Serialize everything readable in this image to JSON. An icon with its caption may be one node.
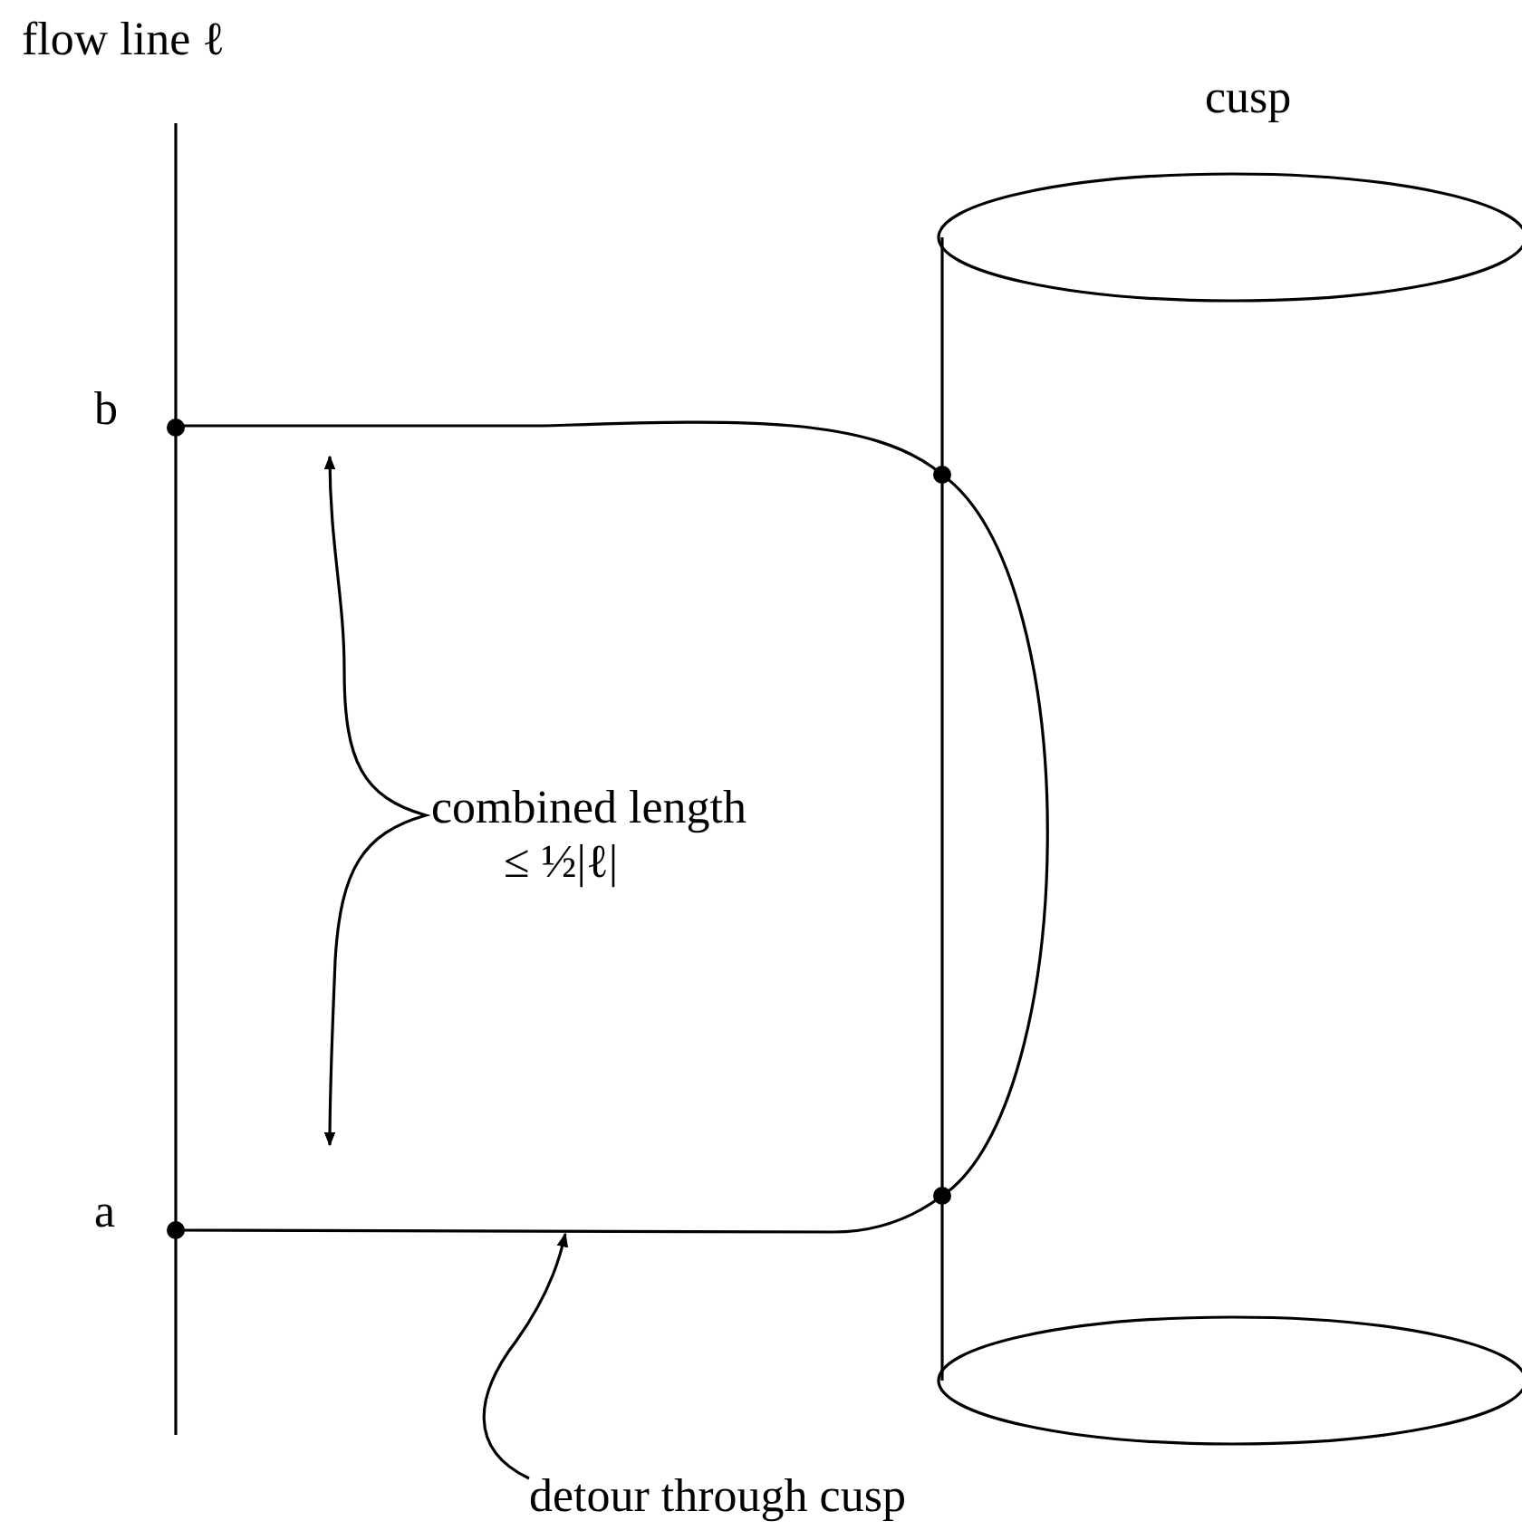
{
  "diagram": {
    "nodes": [
      {
        "text": [
          "detour through cusp"
        ]
      },
      {
        "text": [],
        "shape": "line"
      }
    ],
    "edges": [
      {
        "from": 0,
        "to": 1,
        "arrow": "to"
      }
    ],
    "labels": [
      "flow line ℓ",
      "cusp",
      "b",
      "a",
      "combined length",
      "≤ ½|ℓ|"
    ]
  }
}
